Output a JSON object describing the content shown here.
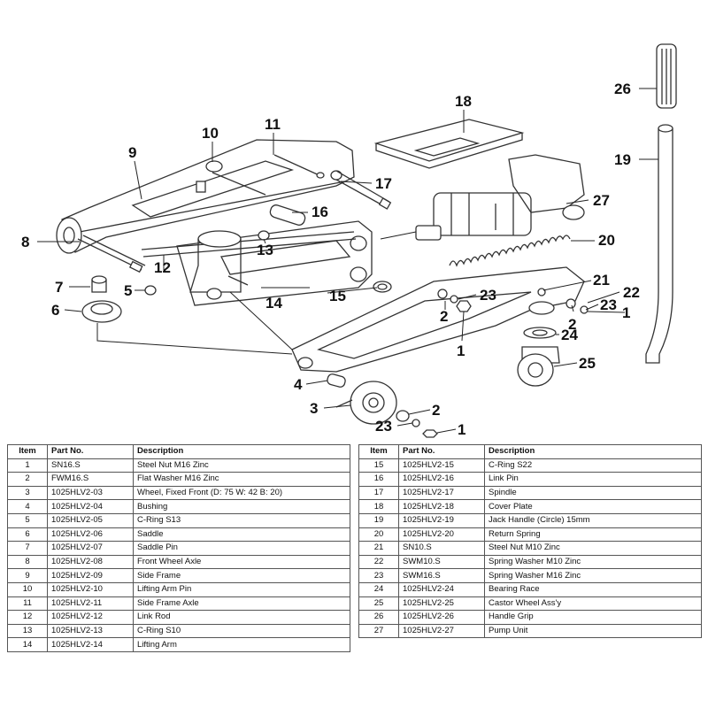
{
  "callouts": [
    "26",
    "19",
    "18",
    "11",
    "10",
    "9",
    "17",
    "16",
    "27",
    "8",
    "13",
    "20",
    "12",
    "21",
    "7",
    "23",
    "22",
    "5",
    "15",
    "14",
    "6",
    "2",
    "23",
    "1",
    "2",
    "24",
    "1",
    "25",
    "4",
    "3",
    "2",
    "23",
    "1"
  ],
  "table": {
    "headers": {
      "item": "Item",
      "part_no": "Part No.",
      "description": "Description"
    },
    "left_rows": [
      {
        "item": "1",
        "part_no": "SN16.S",
        "description": "Steel Nut M16 Zinc"
      },
      {
        "item": "2",
        "part_no": "FWM16.S",
        "description": "Flat Washer M16 Zinc"
      },
      {
        "item": "3",
        "part_no": "1025HLV2-03",
        "description": "Wheel, Fixed Front (D: 75 W: 42 B: 20)"
      },
      {
        "item": "4",
        "part_no": "1025HLV2-04",
        "description": "Bushing"
      },
      {
        "item": "5",
        "part_no": "1025HLV2-05",
        "description": "C-Ring S13"
      },
      {
        "item": "6",
        "part_no": "1025HLV2-06",
        "description": "Saddle"
      },
      {
        "item": "7",
        "part_no": "1025HLV2-07",
        "description": "Saddle Pin"
      },
      {
        "item": "8",
        "part_no": "1025HLV2-08",
        "description": "Front Wheel Axle"
      },
      {
        "item": "9",
        "part_no": "1025HLV2-09",
        "description": "Side Frame"
      },
      {
        "item": "10",
        "part_no": "1025HLV2-10",
        "description": "Lifting Arm Pin"
      },
      {
        "item": "11",
        "part_no": "1025HLV2-11",
        "description": "Side Frame Axle"
      },
      {
        "item": "12",
        "part_no": "1025HLV2-12",
        "description": "Link Rod"
      },
      {
        "item": "13",
        "part_no": "1025HLV2-13",
        "description": "C-Ring S10"
      },
      {
        "item": "14",
        "part_no": "1025HLV2-14",
        "description": "Lifting Arm"
      }
    ],
    "right_rows": [
      {
        "item": "15",
        "part_no": "1025HLV2-15",
        "description": "C-Ring S22"
      },
      {
        "item": "16",
        "part_no": "1025HLV2-16",
        "description": "Link Pin"
      },
      {
        "item": "17",
        "part_no": "1025HLV2-17",
        "description": "Spindle"
      },
      {
        "item": "18",
        "part_no": "1025HLV2-18",
        "description": "Cover Plate"
      },
      {
        "item": "19",
        "part_no": "1025HLV2-19",
        "description": "Jack Handle (Circle) 15mm"
      },
      {
        "item": "20",
        "part_no": "1025HLV2-20",
        "description": "Return Spring"
      },
      {
        "item": "21",
        "part_no": "SN10.S",
        "description": "Steel Nut M10 Zinc"
      },
      {
        "item": "22",
        "part_no": "SWM10.S",
        "description": "Spring Washer M10 Zinc"
      },
      {
        "item": "23",
        "part_no": "SWM16.S",
        "description": "Spring Washer M16 Zinc"
      },
      {
        "item": "24",
        "part_no": "1025HLV2-24",
        "description": "Bearing Race"
      },
      {
        "item": "25",
        "part_no": "1025HLV2-25",
        "description": "Castor Wheel Ass'y"
      },
      {
        "item": "26",
        "part_no": "1025HLV2-26",
        "description": "Handle Grip"
      },
      {
        "item": "27",
        "part_no": "1025HLV2-27",
        "description": "Pump Unit"
      }
    ]
  }
}
